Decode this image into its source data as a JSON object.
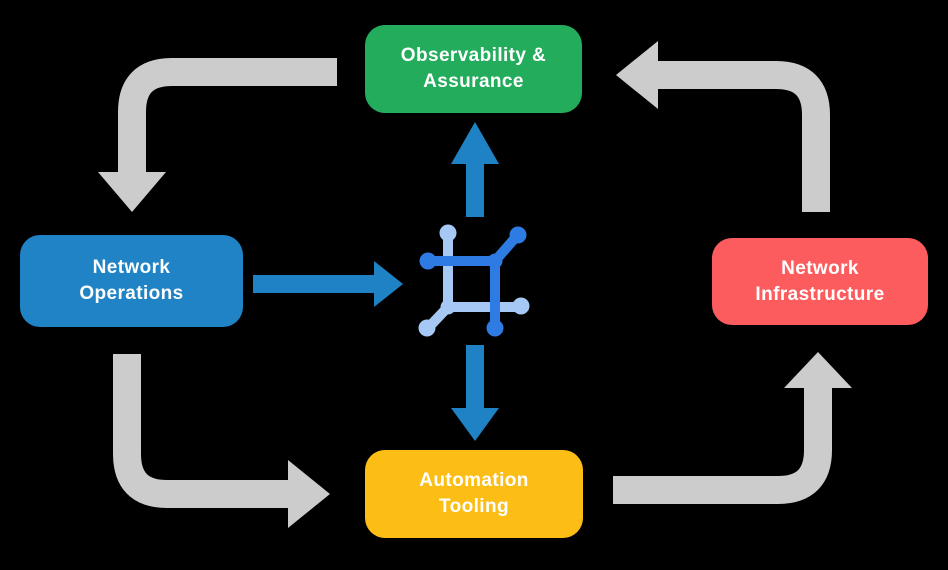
{
  "colors": {
    "background": "#000000",
    "text": "#FFFFFF",
    "observability_green": "#22AC5C",
    "operations_blue": "#1F83C5",
    "infrastructure_red": "#FD5C5E",
    "tooling_yellow": "#FCBD15",
    "arrow_gray": "#CCCCCC",
    "arrow_blue": "#1F82C5",
    "icon_dark_blue": "#2E7CE3",
    "icon_light_blue": "#A6C8F4"
  },
  "nodes": {
    "observability": {
      "label": "Observability &\nAssurance",
      "color": "#22AC5C"
    },
    "operations": {
      "label": "Network\nOperations",
      "color": "#1F83C5"
    },
    "infrastructure": {
      "label": "Network\nInfrastructure",
      "color": "#FD5C5E"
    },
    "tooling": {
      "label": "Automation\nTooling",
      "color": "#FCBD15"
    }
  },
  "hub": {
    "icon": "network-mesh-icon"
  },
  "edges": [
    {
      "from": "observability",
      "to": "operations",
      "style": "gray-elbow"
    },
    {
      "from": "operations",
      "to": "tooling",
      "style": "gray-elbow"
    },
    {
      "from": "tooling",
      "to": "infrastructure",
      "style": "gray-elbow"
    },
    {
      "from": "infrastructure",
      "to": "observability",
      "style": "gray-elbow"
    },
    {
      "from": "operations",
      "to": "hub",
      "style": "blue-straight"
    },
    {
      "from": "hub",
      "to": "observability",
      "style": "blue-straight"
    },
    {
      "from": "hub",
      "to": "tooling",
      "style": "blue-straight"
    }
  ]
}
